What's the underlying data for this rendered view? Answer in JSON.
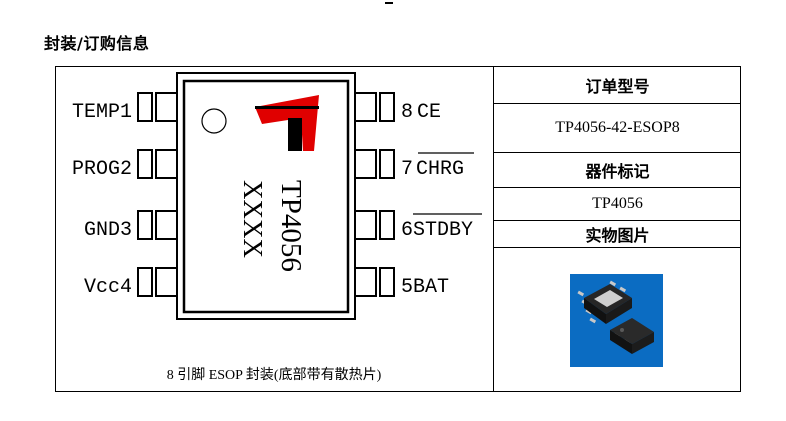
{
  "heading": "封装/订购信息",
  "chip": {
    "part_marking": "TP4056",
    "lot_marking": "XXXX",
    "left_pins": [
      {
        "name": "TEMP",
        "number": "1"
      },
      {
        "name": "PROG",
        "number": "2"
      },
      {
        "name": "GND",
        "number": "3"
      },
      {
        "name": "Vcc",
        "number": "4"
      }
    ],
    "right_pins": [
      {
        "number": "8",
        "name": "CE"
      },
      {
        "number": "7",
        "name": "CHRG"
      },
      {
        "number": "6",
        "name": "STDBY"
      },
      {
        "number": "5",
        "name": "BAT"
      }
    ],
    "logo_color": "#e00000"
  },
  "caption": "8 引脚 ESOP 封装(底部带有散热片)",
  "order_table": {
    "order_model_label": "订单型号",
    "order_model_value": "TP4056-42-ESOP8",
    "device_marking_label": "器件标记",
    "device_marking_value": "TP4056",
    "photo_label": "实物图片"
  },
  "colors": {
    "photo_background": "#0b6cc2"
  }
}
